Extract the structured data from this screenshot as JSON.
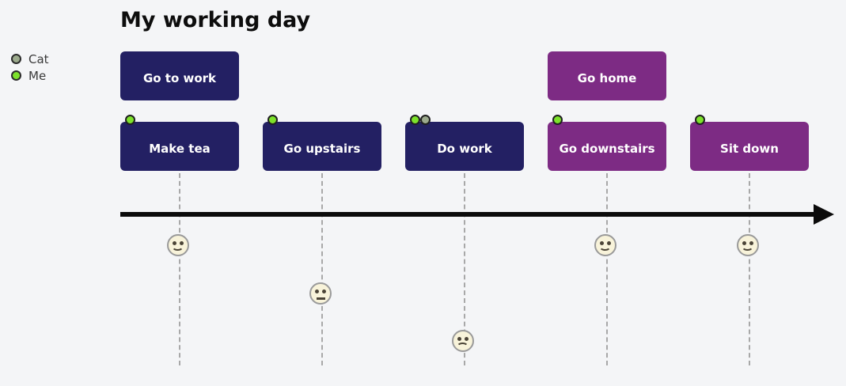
{
  "title": "My working day",
  "legend": {
    "items": [
      {
        "id": "cat",
        "label": "Cat",
        "color": "#9cab8d"
      },
      {
        "id": "me",
        "label": "Me",
        "color": "#7de22b"
      }
    ]
  },
  "colors": {
    "background": "#f4f5f7",
    "card_navy": "#232063",
    "card_purple": "#7d2b84",
    "marker_me": "#7de22b",
    "marker_cat": "#9cab8d",
    "axis": "#0b0b0b",
    "guide_line": "#a8a8a8",
    "face_fill": "#f8f3da",
    "face_border": "#9a9a9a",
    "face_features": "#4a4336"
  },
  "events": [
    {
      "label": "Go to work",
      "row": "top",
      "color": "navy",
      "markers": []
    },
    {
      "label": "Make tea",
      "row": "bottom",
      "color": "navy",
      "markers": [
        "me"
      ],
      "face": {
        "mood": "happy"
      }
    },
    {
      "label": "Go upstairs",
      "row": "bottom",
      "color": "navy",
      "markers": [
        "me"
      ],
      "face": {
        "mood": "neutral"
      }
    },
    {
      "label": "Do work",
      "row": "bottom",
      "color": "navy",
      "markers": [
        "me",
        "cat"
      ],
      "face": {
        "mood": "sad"
      }
    },
    {
      "label": "Go home",
      "row": "top",
      "color": "purple",
      "markers": []
    },
    {
      "label": "Go downstairs",
      "row": "bottom",
      "color": "purple",
      "markers": [
        "me"
      ],
      "face": {
        "mood": "happy"
      }
    },
    {
      "label": "Sit down",
      "row": "bottom",
      "color": "purple",
      "markers": [
        "me"
      ],
      "face": {
        "mood": "happy"
      }
    }
  ]
}
